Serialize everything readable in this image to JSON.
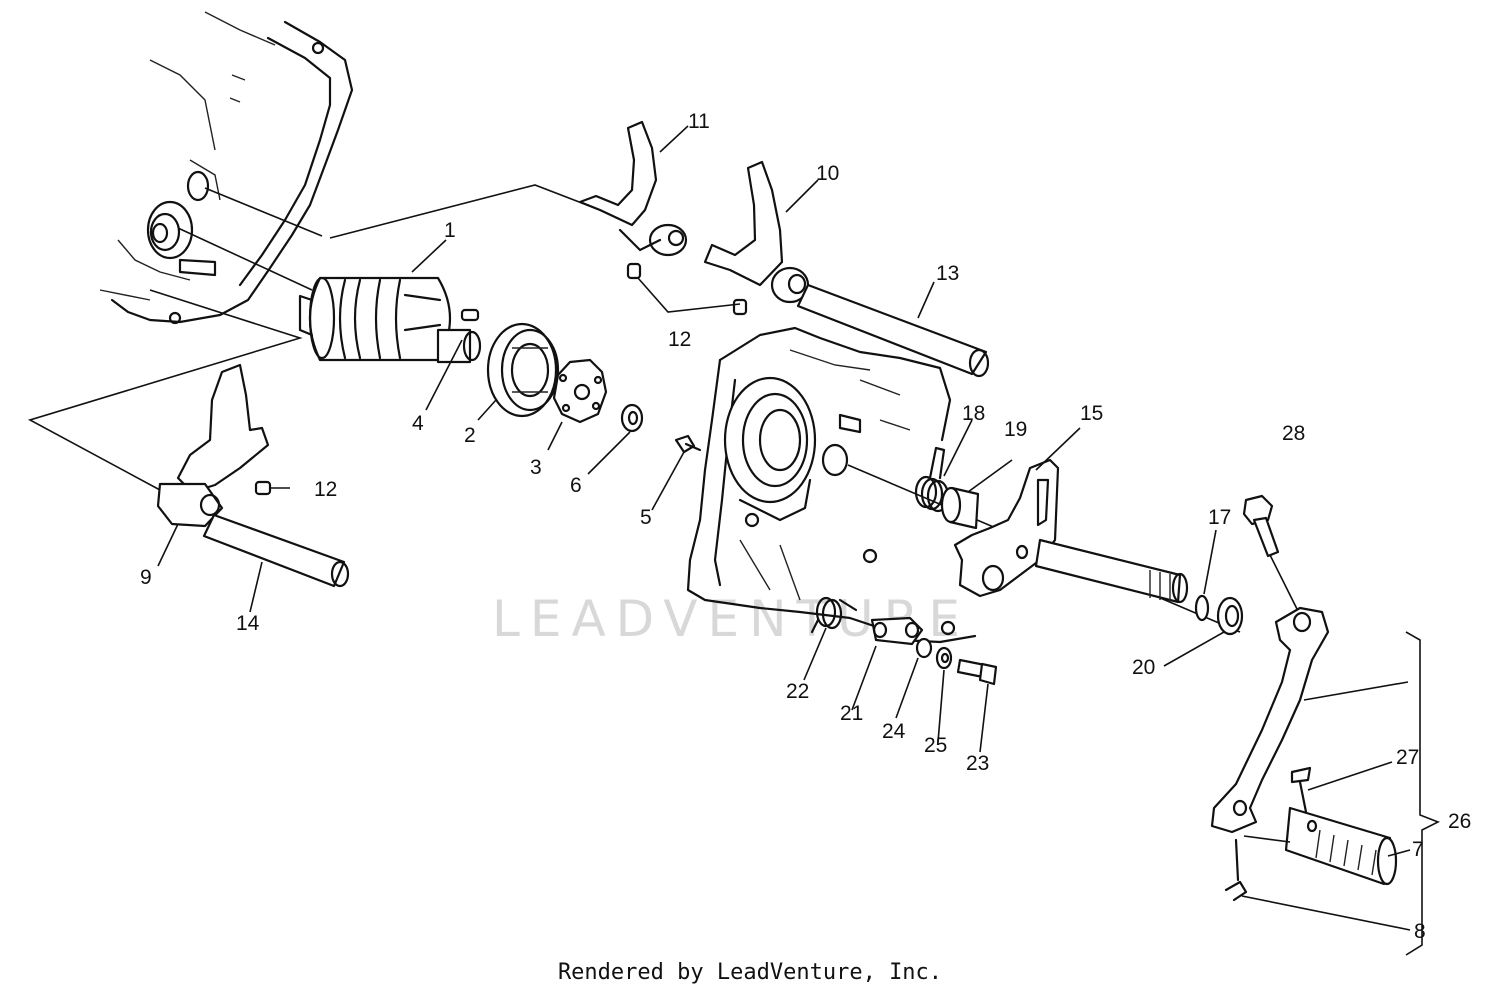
{
  "watermark": "LEADVENTURE",
  "footer": "Rendered by LeadVenture, Inc.",
  "callouts": {
    "c1": "1",
    "c2": "2",
    "c3": "3",
    "c4": "4",
    "c5": "5",
    "c6": "6",
    "c7": "7",
    "c8": "8",
    "c9": "9",
    "c10": "10",
    "c11": "11",
    "c12a": "12",
    "c12b": "12",
    "c13": "13",
    "c14": "14",
    "c15": "15",
    "c17": "17",
    "c18": "18",
    "c19": "19",
    "c20": "20",
    "c21": "21",
    "c22": "22",
    "c23": "23",
    "c24": "24",
    "c25": "25",
    "c26": "26",
    "c27": "27",
    "c28": "28"
  }
}
